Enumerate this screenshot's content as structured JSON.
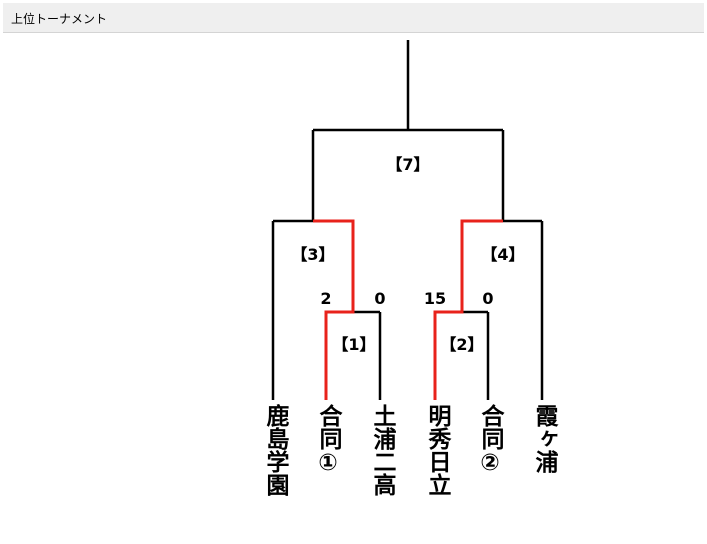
{
  "header": {
    "title": "上位トーナメント"
  },
  "colors": {
    "line": "#000000",
    "winner_path": "#e8221b",
    "header_bg": "#efefef"
  },
  "bracket": {
    "teams": [
      "鹿島学園",
      "合同①",
      "土浦二高",
      "明秀日立",
      "合同②",
      "霞ヶ浦"
    ],
    "match_labels": [
      "【1】",
      "【2】",
      "【3】",
      "【4】",
      "【7】"
    ],
    "scores": {
      "m1_left": "2",
      "m1_right": "0",
      "m2_left": "15",
      "m2_right": "0"
    }
  }
}
